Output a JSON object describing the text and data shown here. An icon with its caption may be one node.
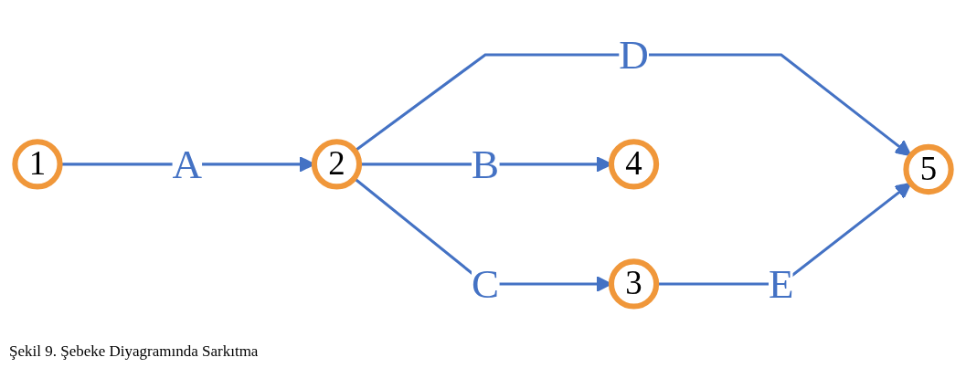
{
  "diagram": {
    "caption": "Şekil 9. Şebeke Diyagramında Sarkıtma",
    "nodes": [
      {
        "text": [
          "1"
        ]
      },
      {
        "text": [
          "2"
        ]
      },
      {
        "text": [
          "3"
        ]
      },
      {
        "text": [
          "4"
        ]
      },
      {
        "text": [
          "5"
        ]
      }
    ],
    "edges": [
      {
        "from": 0,
        "to": 1,
        "arrow": "to",
        "label": "A"
      },
      {
        "from": 1,
        "to": 2,
        "arrow": "to",
        "label": "C"
      },
      {
        "from": 1,
        "to": 4,
        "arrow": "to",
        "label": "D"
      },
      {
        "from": 1,
        "to": 3,
        "arrow": "to",
        "label": "B"
      },
      {
        "from": 2,
        "to": 4,
        "arrow": "to",
        "label": "E"
      }
    ]
  }
}
